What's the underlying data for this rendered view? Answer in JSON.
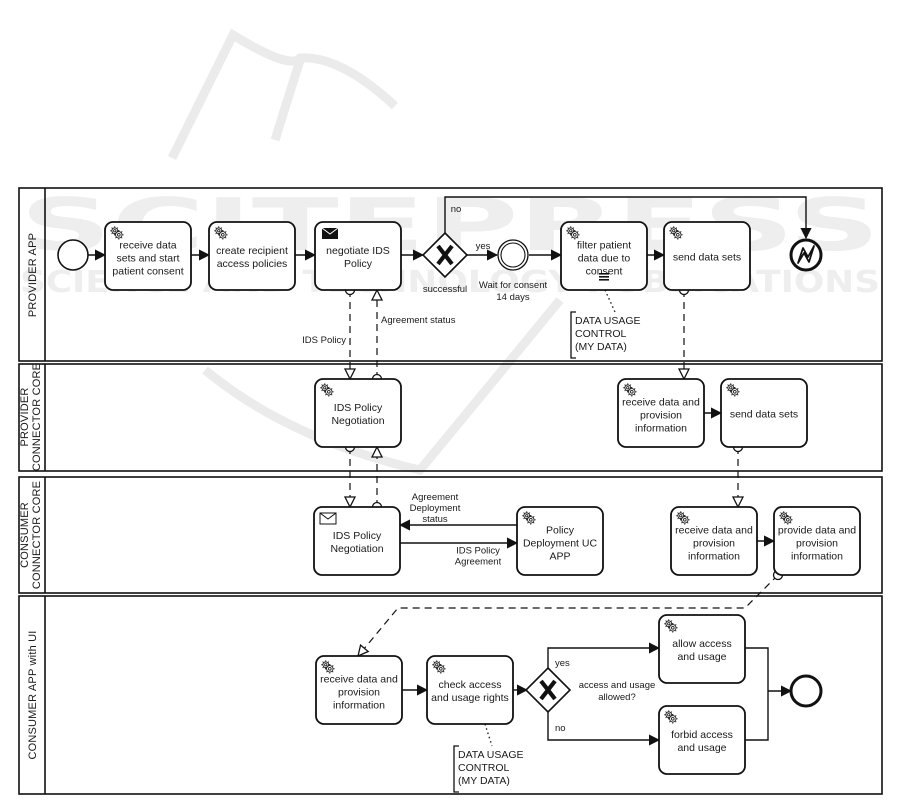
{
  "diagram": {
    "type": "BPMN collaboration",
    "watermark": {
      "title": "SCITEPRESS",
      "subtitle": "SCIENCE AND TECHNOLOGY PUBLICATIONS"
    },
    "pools": [
      {
        "id": "provider-app",
        "label": "PROVIDER APP"
      },
      {
        "id": "provider-connector",
        "label_lines": [
          "PROVIDER",
          "CONNECTOR CORE"
        ]
      },
      {
        "id": "consumer-connector",
        "label_lines": [
          "CONSUMER",
          "CONNECTOR CORE"
        ]
      },
      {
        "id": "consumer-app",
        "label": "CONSUMER APP with UI"
      }
    ],
    "tasks": [
      {
        "id": "t1",
        "pool": "provider-app",
        "type": "service",
        "lines": [
          "receive data",
          "sets and start",
          "patient consent"
        ]
      },
      {
        "id": "t2",
        "pool": "provider-app",
        "type": "service",
        "lines": [
          "create recipient",
          "access policies"
        ]
      },
      {
        "id": "t3",
        "pool": "provider-app",
        "type": "send",
        "lines": [
          "negotiate IDS",
          "Policy"
        ]
      },
      {
        "id": "t4",
        "pool": "provider-app",
        "type": "service",
        "marker": "sequential-multi-instance",
        "lines": [
          "filter patient",
          "data due to",
          "consent"
        ]
      },
      {
        "id": "t5",
        "pool": "provider-app",
        "type": "service",
        "lines": [
          "send data sets"
        ]
      },
      {
        "id": "t6",
        "pool": "provider-connector",
        "type": "service",
        "lines": [
          "IDS Policy",
          "Negotiation"
        ]
      },
      {
        "id": "t7",
        "pool": "provider-connector",
        "type": "service",
        "lines": [
          "receive data and",
          "provision",
          "information"
        ]
      },
      {
        "id": "t8",
        "pool": "provider-connector",
        "type": "service",
        "lines": [
          "send data sets"
        ]
      },
      {
        "id": "t9",
        "pool": "consumer-connector",
        "type": "receive",
        "lines": [
          "IDS Policy",
          "Negotiation"
        ]
      },
      {
        "id": "t10",
        "pool": "consumer-connector",
        "type": "service",
        "lines": [
          "Policy",
          "Deployment UC",
          "APP"
        ]
      },
      {
        "id": "t11",
        "pool": "consumer-connector",
        "type": "service",
        "lines": [
          "receive data and",
          "provision",
          "information"
        ]
      },
      {
        "id": "t12",
        "pool": "consumer-connector",
        "type": "service",
        "lines": [
          "provide data and",
          "provision",
          "information"
        ]
      },
      {
        "id": "t13",
        "pool": "consumer-app",
        "type": "service",
        "lines": [
          "receive data and",
          "provision",
          "information"
        ]
      },
      {
        "id": "t14",
        "pool": "consumer-app",
        "type": "service",
        "lines": [
          "check access",
          "and usage rights"
        ]
      },
      {
        "id": "t15",
        "pool": "consumer-app",
        "type": "service",
        "lines": [
          "allow access",
          "and usage"
        ]
      },
      {
        "id": "t16",
        "pool": "consumer-app",
        "type": "service",
        "lines": [
          "forbid access",
          "and usage"
        ]
      }
    ],
    "events": [
      {
        "id": "e-start",
        "pool": "provider-app",
        "type": "start"
      },
      {
        "id": "e-timer",
        "pool": "provider-app",
        "type": "intermediate-catch",
        "label_lines": [
          "Wait for consent",
          "14 days"
        ]
      },
      {
        "id": "e-error-end",
        "pool": "provider-app",
        "type": "error-end"
      },
      {
        "id": "e-end",
        "pool": "consumer-app",
        "type": "end"
      }
    ],
    "gateways": [
      {
        "id": "g1",
        "pool": "provider-app",
        "type": "exclusive",
        "label": "successful"
      },
      {
        "id": "g2",
        "pool": "consumer-app",
        "type": "exclusive",
        "label_lines": [
          "access and usage",
          "allowed?"
        ]
      }
    ],
    "flow_labels": {
      "g1_yes": "yes",
      "g1_no": "no",
      "g2_yes": "yes",
      "g2_no": "no"
    },
    "message_flows": [
      {
        "from": "t3",
        "to": "t6",
        "label": "IDS Policy"
      },
      {
        "from": "t6",
        "to": "t3",
        "label": "Agreement status"
      },
      {
        "from": "t6",
        "to": "t9",
        "label": ""
      },
      {
        "from": "t9",
        "to": "t6",
        "label": ""
      },
      {
        "from": "t5",
        "to": "t7",
        "label": ""
      },
      {
        "from": "t8",
        "to": "t11",
        "label": ""
      },
      {
        "from": "t12",
        "to": "t13",
        "label": ""
      }
    ],
    "data_flows": [
      {
        "from": "t10",
        "to": "t9",
        "label_lines": [
          "Agreement",
          "Deployment",
          "status"
        ]
      },
      {
        "from": "t9",
        "to": "t10",
        "label_lines": [
          "IDS Policy",
          "Agreement"
        ]
      }
    ],
    "annotations": [
      {
        "attached_to": "t4",
        "lines": [
          "DATA USAGE",
          "CONTROL",
          "(MY DATA)"
        ]
      },
      {
        "attached_to": "t14",
        "lines": [
          "DATA USAGE",
          "CONTROL",
          "(MY DATA)"
        ]
      }
    ]
  }
}
